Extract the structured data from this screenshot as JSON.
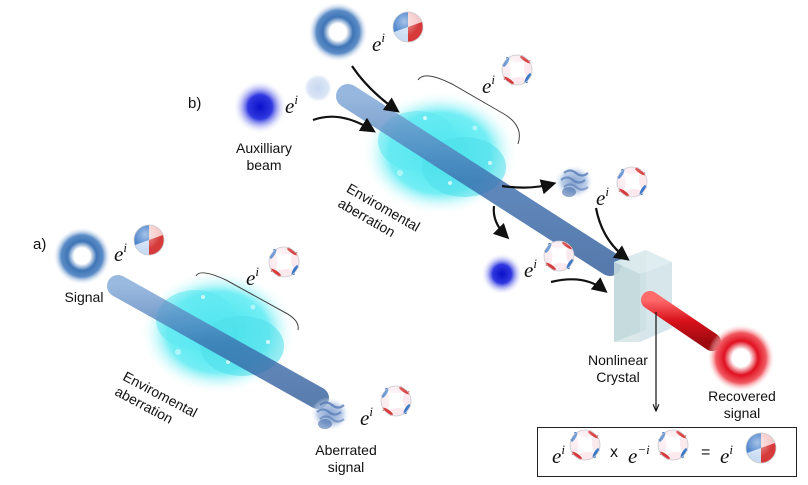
{
  "labels": {
    "part_a": "a)",
    "part_b": "b)",
    "signal": "Signal",
    "auxiliary_line1": "Auxilliary",
    "auxiliary_line2": "beam",
    "aberration_a_line1": "Enviromental",
    "aberration_a_line2": "aberration",
    "aberration_b_line1": "Enviromental",
    "aberration_b_line2": "aberration",
    "aberrated_line1": "Aberrated",
    "aberrated_line2": "signal",
    "crystal_line1": "Nonlinear",
    "crystal_line2": "Crystal",
    "recovered_line1": "Recovered",
    "recovered_line2": "signal"
  },
  "phase_factor": {
    "base": "e",
    "exp_pos": "i",
    "exp_neg": "−i"
  },
  "equation": {
    "times": "x",
    "equals": "="
  },
  "icons": [
    "vortex-phase-icon",
    "aberration-phase-icon"
  ],
  "colors": {
    "signal_blue": "#3c6fb0",
    "auxiliary_blue": "#1a1fd8",
    "aberration_cyan": "#38e0ea",
    "recovered_red": "#e0141e",
    "crystal_grey": "#c8dde0"
  }
}
